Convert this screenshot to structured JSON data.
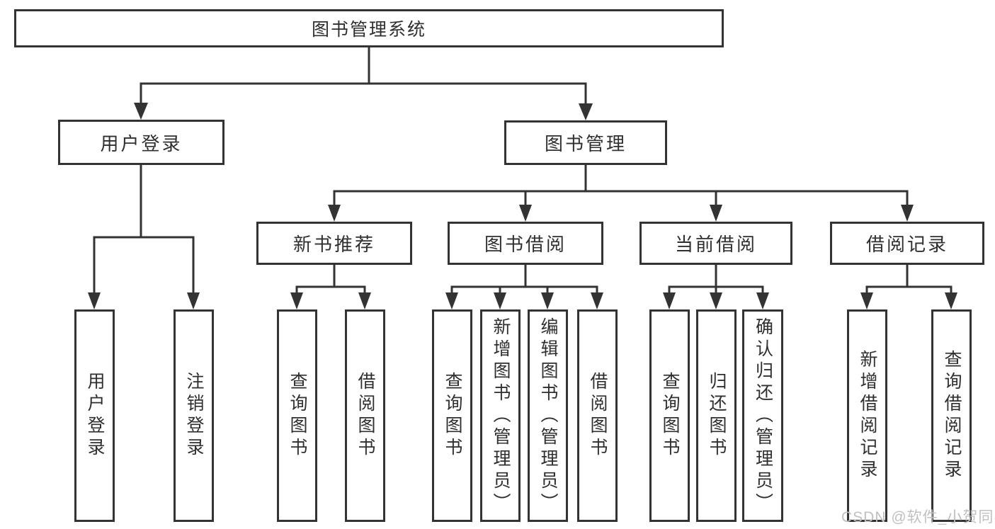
{
  "diagram": {
    "root": "图书管理系统",
    "level2": [
      "用户登录",
      "图书管理"
    ],
    "level3": [
      "新书推荐",
      "图书借阅",
      "当前借阅",
      "借阅记录"
    ],
    "leaves": {
      "login": [
        "用户登录",
        "注销登录"
      ],
      "recommend": [
        "查询图书",
        "借阅图书"
      ],
      "borrow": [
        "查询图书",
        "新增图书（管理员）",
        "编辑图书（管理员）",
        "借阅图书"
      ],
      "current": [
        "查询图书",
        "归还图书",
        "确认归还（管理员）"
      ],
      "records": [
        "新增借阅记录",
        "查询借阅记录"
      ]
    }
  },
  "watermark": "CSDN @软件_小贺同学",
  "colors": {
    "line": "#333333",
    "text": "#2f2f2f",
    "watermark": "#c0c0c0",
    "bg": "#ffffff"
  }
}
